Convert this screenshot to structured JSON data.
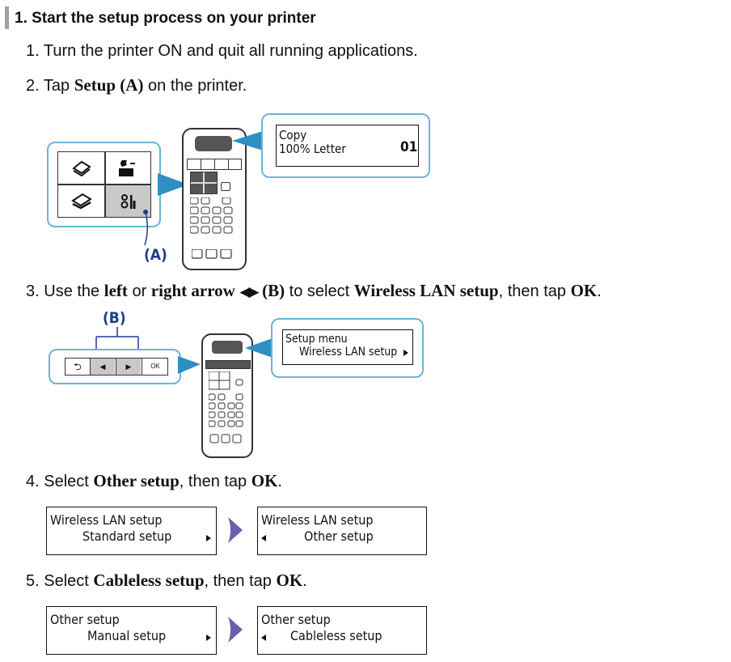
{
  "heading": "1. Start the setup process on your printer",
  "steps": {
    "s1": {
      "num": "1.",
      "text": "Turn the printer ON and quit all running applications."
    },
    "s2": {
      "num": "2.",
      "pre": "Tap ",
      "bold1": "Setup (A)",
      "post": " on the printer."
    },
    "s3": {
      "num": "3.",
      "pre": "Use the ",
      "bold_left": "left",
      "mid1": " or ",
      "bold_right": "right arrow",
      "arrows": "◀▶",
      "bold_b": "(B)",
      "mid2": " to select ",
      "bold_wlan": "Wireless LAN setup",
      "mid3": ", then tap ",
      "bold_ok": "OK",
      "end": "."
    },
    "s4": {
      "num": "4.",
      "pre": "Select ",
      "bold1": "Other setup",
      "mid": ", then tap ",
      "bold_ok": "OK",
      "end": "."
    },
    "s5": {
      "num": "5.",
      "pre": "Select ",
      "bold1": "Cableless setup",
      "mid": ", then tap ",
      "bold_ok": "OK",
      "end": "."
    }
  },
  "fig1": {
    "lcd_line1": "Copy",
    "lcd_line2": "100% Letter",
    "lcd_count": "01",
    "callout": "(A)"
  },
  "fig2": {
    "lcd_line1": "Setup menu",
    "lcd_line2": "Wireless LAN setup",
    "callout": "(B)",
    "ok_key": "OK"
  },
  "fig3": {
    "left_line1": "Wireless LAN setup",
    "left_line2": "Standard setup",
    "right_line1": "Wireless LAN setup",
    "right_line2": "Other setup"
  },
  "fig4": {
    "left_line1": "Other setup",
    "left_line2": "Manual setup",
    "right_line1": "Other setup",
    "right_line2": "Cableless setup"
  },
  "colors": {
    "accent": "#2f8fc4",
    "bubble_border": "#6ab5d6",
    "arrow_purple": "#6a5fb0",
    "callout": "#1f3c8f"
  }
}
